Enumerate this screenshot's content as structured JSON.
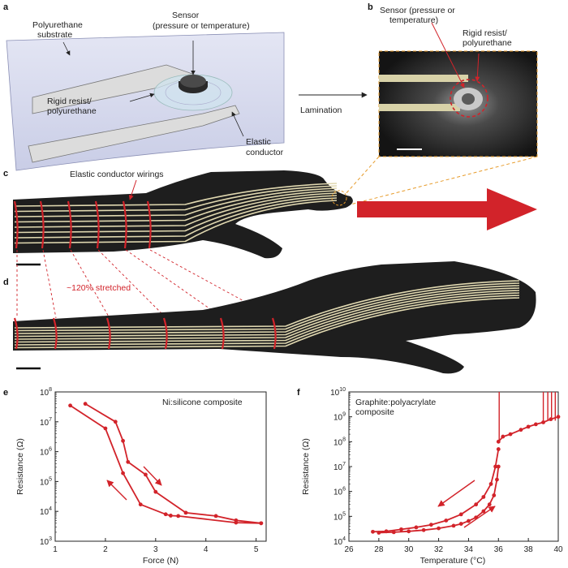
{
  "panels": {
    "a": {
      "letter": "a",
      "substrate": [
        "Polyurethane",
        "substrate"
      ],
      "sensor": [
        "Sensor",
        "(pressure or temperature)"
      ],
      "rigid": [
        "Rigid resist/",
        "polyurethane"
      ],
      "conductor": [
        "Elastic",
        "conductor"
      ]
    },
    "lamination": "Lamination",
    "b": {
      "letter": "b",
      "sensor": [
        "Sensor (pressure or",
        "temperature)"
      ],
      "rigid": [
        "Rigid resist/",
        "polyurethane"
      ]
    },
    "c": {
      "letter": "c",
      "wirings": "Elastic conductor wirings"
    },
    "d": {
      "letter": "d",
      "stretched": "~120% stretched"
    },
    "e": {
      "letter": "e"
    },
    "f": {
      "letter": "f"
    }
  },
  "colors": {
    "red": "#d2232a",
    "hand": "#1e1e1e",
    "wire": "#e0d8b0",
    "orange": "#e79b2a",
    "substrate": "#d9dcef"
  },
  "chart_data": [
    {
      "type": "line",
      "panel": "e",
      "annotation": "Ni:silicone composite",
      "xlabel": "Force (N)",
      "ylabel": "Resistance (Ω)",
      "xlim": [
        1,
        5.2
      ],
      "ylim_log10": [
        3,
        8
      ],
      "xticks": [
        "1",
        "2",
        "3",
        "4",
        "5"
      ],
      "yticks": [
        3,
        4,
        5,
        6,
        7,
        8
      ],
      "series": [
        {
          "x": [
            1.6,
            2.2,
            2.35,
            2.45,
            2.8,
            3.0,
            3.6,
            4.2,
            4.6,
            5.1
          ],
          "y": [
            40000000.0,
            10000000.0,
            2300000.0,
            450000.0,
            170000.0,
            45000.0,
            9000.0,
            7000.0,
            5000.0,
            4000.0
          ]
        },
        {
          "x": [
            5.1,
            4.6,
            3.45,
            3.3,
            3.2,
            2.7,
            2.35,
            2.0,
            1.3
          ],
          "y": [
            4000.0,
            4200.0,
            7000.0,
            7200.0,
            8000.0,
            17000.0,
            190000.0,
            6000000.0,
            35000000.0
          ]
        }
      ],
      "arrows": [
        "down-right",
        "up-left"
      ]
    },
    {
      "type": "line",
      "panel": "f",
      "annotation": [
        "Graphite:polyacrylate",
        "composite"
      ],
      "xlabel": "Temperature (°C)",
      "ylabel": "Resistance (Ω)",
      "xlim": [
        26,
        40
      ],
      "ylim_log10": [
        4,
        10
      ],
      "xticks": [
        "26",
        "28",
        "30",
        "32",
        "34",
        "36",
        "38",
        "40"
      ],
      "yticks": [
        4,
        5,
        6,
        7,
        8,
        9,
        10
      ],
      "series": [
        {
          "x": [
            27.6,
            28.5,
            29.5,
            30.5,
            31.5,
            32.5,
            33.5,
            34.5,
            35.0,
            35.5,
            35.8,
            36.0
          ],
          "y": [
            24000.0,
            25000.0,
            30000.0,
            36000.0,
            46000.0,
            68000.0,
            120000.0,
            300000.0,
            600000.0,
            2000000.0,
            10000000.0,
            50000000.0
          ]
        },
        {
          "x": [
            36.0,
            35.9,
            35.7,
            35.4,
            35.0,
            34.5,
            34.0,
            33.5,
            33.0,
            32.0,
            31.0,
            30.0,
            29.0,
            28.0
          ],
          "y": [
            10000000.0,
            3000000.0,
            700000.0,
            300000.0,
            160000.0,
            90000.0,
            65000.0,
            50000.0,
            42000.0,
            33000.0,
            28000.0,
            25000.0,
            23000.0,
            22000.0
          ]
        },
        {
          "x": [
            36.0,
            36.3,
            36.8,
            37.5,
            38.0,
            38.5,
            39.0,
            39.5,
            40.0
          ],
          "y": [
            100000000.0,
            160000000.0,
            200000000.0,
            300000000.0,
            400000000.0,
            500000000.0,
            600000000.0,
            800000000.0,
            1000000000.0
          ]
        }
      ],
      "arrows": [
        "up-left",
        "up-right"
      ]
    }
  ]
}
